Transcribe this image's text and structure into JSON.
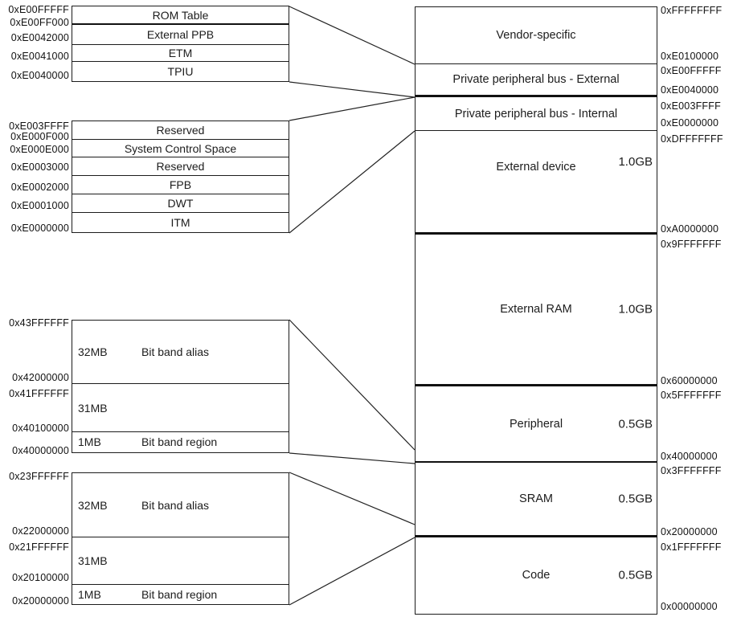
{
  "left_blocks": [
    {
      "title": "Private peripheral bus external detail",
      "rows": [
        {
          "label": "ROM Table"
        },
        {
          "label": "External PPB"
        },
        {
          "label": "ETM"
        },
        {
          "label": "TPIU"
        }
      ],
      "addresses": [
        "0xE00FFFFF",
        "0xE00FF000",
        "0xE0042000",
        "0xE0041000",
        "0xE0040000"
      ]
    },
    {
      "title": "Private peripheral bus internal detail",
      "rows": [
        {
          "label": "Reserved"
        },
        {
          "label": "System Control Space"
        },
        {
          "label": "Reserved"
        },
        {
          "label": "FPB"
        },
        {
          "label": "DWT"
        },
        {
          "label": "ITM"
        }
      ],
      "addresses": [
        "0xE003FFFF",
        "0xE000F000",
        "0xE000E000",
        "0xE0003000",
        "0xE0002000",
        "0xE0001000",
        "0xE0000000"
      ]
    },
    {
      "title": "Peripheral bit band detail",
      "rows": [
        {
          "size": "32MB",
          "label": "Bit band alias"
        },
        {
          "size": "31MB",
          "label": ""
        },
        {
          "size": "1MB",
          "label": "Bit band region"
        }
      ],
      "addresses": [
        "0x43FFFFFF",
        "0x42000000",
        "0x41FFFFFF",
        "0x40100000",
        "0x40000000"
      ]
    },
    {
      "title": "SRAM bit band detail",
      "rows": [
        {
          "size": "32MB",
          "label": "Bit band alias"
        },
        {
          "size": "31MB",
          "label": ""
        },
        {
          "size": "1MB",
          "label": "Bit band region"
        }
      ],
      "addresses": [
        "0x23FFFFFF",
        "0x22000000",
        "0x21FFFFFF",
        "0x20100000",
        "0x20000000"
      ]
    }
  ],
  "memory_map": {
    "regions": [
      {
        "label": "Vendor-specific",
        "size": ""
      },
      {
        "label": "Private peripheral bus - External",
        "size": ""
      },
      {
        "label": "Private peripheral bus - Internal",
        "size": ""
      },
      {
        "label": "External device",
        "size": "1.0GB"
      },
      {
        "label": "External RAM",
        "size": "1.0GB"
      },
      {
        "label": "Peripheral",
        "size": "0.5GB"
      },
      {
        "label": "SRAM",
        "size": "0.5GB"
      },
      {
        "label": "Code",
        "size": "0.5GB"
      }
    ],
    "addresses": [
      "0xFFFFFFFF",
      "0xE0100000",
      "0xE00FFFFF",
      "0xE0040000",
      "0xE003FFFF",
      "0xE0000000",
      "0xDFFFFFFF",
      "0xA0000000",
      "0x9FFFFFFF",
      "0x60000000",
      "0x5FFFFFFF",
      "0x40000000",
      "0x3FFFFFFF",
      "0x20000000",
      "0x1FFFFFFF",
      "0x00000000"
    ]
  }
}
